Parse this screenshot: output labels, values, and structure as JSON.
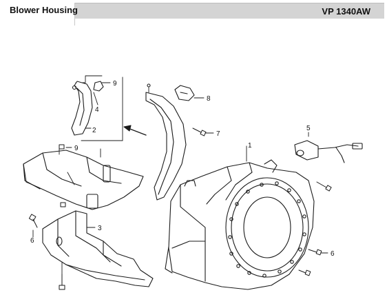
{
  "header": {
    "title": "Blower Housing",
    "model": "VP 1340AW"
  },
  "callouts": {
    "c1": "1",
    "c2": "2",
    "c3": "3",
    "c4": "4",
    "c5": "5",
    "c6a": "6",
    "c6b": "6",
    "c7": "7",
    "c8": "8",
    "c9a": "9",
    "c9b": "9"
  }
}
